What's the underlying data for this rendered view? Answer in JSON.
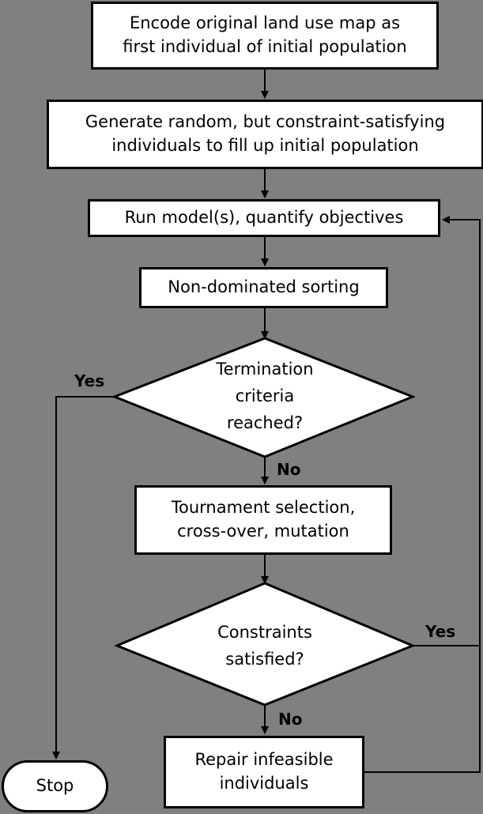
{
  "steps": {
    "encode": [
      "Encode original land use map as",
      "first individual of initial population"
    ],
    "generate": [
      "Generate random, but constraint-satisfying",
      "individuals to fill up initial population"
    ],
    "run": [
      "Run model(s), quantify objectives"
    ],
    "sorting": [
      "Non-dominated sorting"
    ],
    "tournament": [
      "Tournament selection,",
      "cross-over, mutation"
    ],
    "repair": [
      "Repair infeasible",
      "individuals"
    ],
    "stop": [
      "Stop"
    ]
  },
  "decisions": {
    "termination": [
      "Termination",
      "criteria",
      "reached?"
    ],
    "constraints": [
      "Constraints",
      "satisfied?"
    ]
  },
  "labels": {
    "termination_yes": "Yes",
    "termination_no": "No",
    "constraints_yes": "Yes",
    "constraints_no": "No"
  }
}
